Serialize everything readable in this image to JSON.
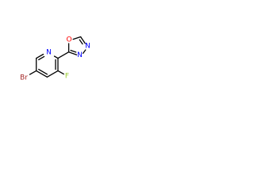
{
  "molecule": {
    "atoms": {
      "br": {
        "symbol": "Br",
        "color": "#a52a2a"
      },
      "f": {
        "symbol": "F",
        "color": "#9acd32"
      },
      "n_pyridine": {
        "symbol": "N",
        "color": "#0000ff"
      },
      "o_oxadiazole": {
        "symbol": "O",
        "color": "#ff0000"
      },
      "n_oxadiazole_3": {
        "symbol": "N",
        "color": "#0000ff"
      },
      "n_oxadiazole_4": {
        "symbol": "N",
        "color": "#0000ff"
      }
    },
    "bond_color": "#000000"
  }
}
